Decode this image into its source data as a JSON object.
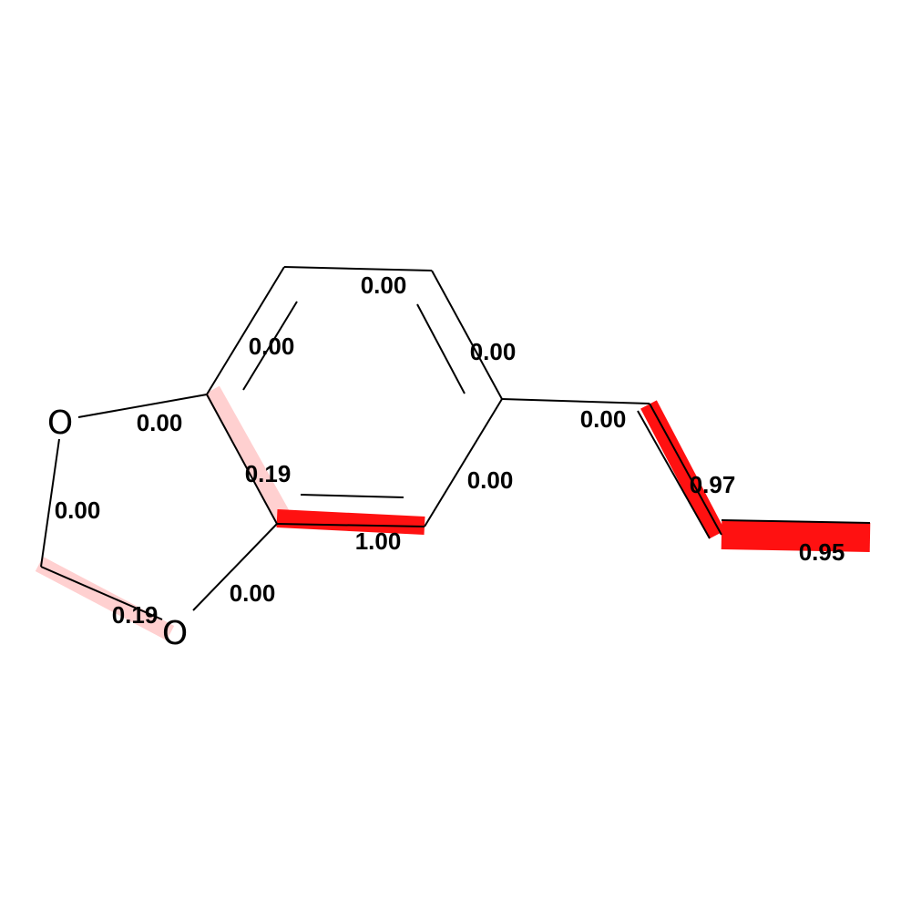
{
  "colors": {
    "highlight_strong": "#ff1111",
    "highlight_weak": "#ffd0d0",
    "bond": "#000000",
    "background": "#ffffff"
  },
  "atoms": {
    "o_top": "O",
    "o_bottom": "O"
  },
  "bond_weights": [
    {
      "bond": "c1-c2 (ring top)",
      "label": "0.00",
      "weight": 0.0
    },
    {
      "bond": "c2-c3 (ring upper-right)",
      "label": "0.00",
      "weight": 0.0
    },
    {
      "bond": "c6-c1 (ring upper-left)",
      "label": "0.00",
      "weight": 0.0
    },
    {
      "bond": "c6-o_top",
      "label": "0.00",
      "weight": 0.0
    },
    {
      "bond": "c3-c7 (vinyl link)",
      "label": "0.00",
      "weight": 0.0
    },
    {
      "bond": "c7=c8 (vinyl double)",
      "label": "0.97",
      "weight": 0.97
    },
    {
      "bond": "c5-c6 (ring lower-left)",
      "label": "0.19",
      "weight": 0.19
    },
    {
      "bond": "c3-c4 (ring lower-right)",
      "label": "0.00",
      "weight": 0.0
    },
    {
      "bond": "o_top-ch2",
      "label": "0.00",
      "weight": 0.0
    },
    {
      "bond": "c4=c5 (ring bottom)",
      "label": "1.00",
      "weight": 1.0
    },
    {
      "bond": "c8-c9 (terminal)",
      "label": "0.95",
      "weight": 0.95
    },
    {
      "bond": "c5-o_bottom",
      "label": "0.00",
      "weight": 0.0
    },
    {
      "bond": "ch2-o_bottom",
      "label": "0.19",
      "weight": 0.19
    }
  ]
}
